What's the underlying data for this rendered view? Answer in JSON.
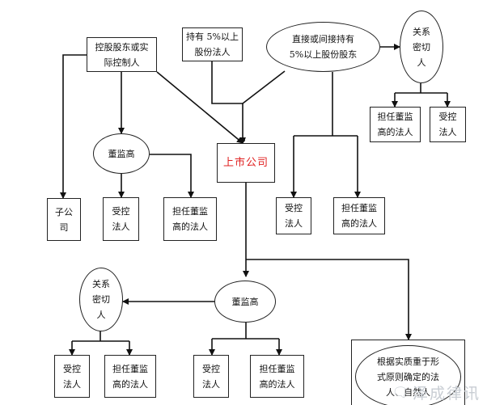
{
  "nodes": {
    "controlling_shareholder": "控股股东或实\n际控制人",
    "holder_5pct_legal": "持有 5%以上\n股份法人",
    "holder_5pct_shareholder": "直接或间接持有\n5%以上股份股东",
    "close_relation_top": "关系\n密切\n人",
    "top_legal_controlled": "受控\n法人",
    "top_legal_director": "担任董监\n高的法人",
    "directors_left": "董监高",
    "listed_company": "上市公司",
    "subsidiary": "子公\n司",
    "left_controlled": "受控\n法人",
    "left_director": "担任董监\n高的法人",
    "mid_controlled": "受控\n法人",
    "mid_director": "担任董监\n高的法人",
    "directors_bottom": "董监高",
    "close_relation_bottom": "关系\n密切\n人",
    "bottom_controlled_1": "受控\n法人",
    "bottom_director_1": "担任董监\n高的法人",
    "bottom_controlled_2": "受控\n法人",
    "bottom_director_2": "担任董监\n高的法人",
    "substance_principle": "根据实质重于形\n式原则确定的法\n人、自然人"
  },
  "watermark": {
    "icon": "chat-bubble-icon",
    "text": "泽成律讯"
  },
  "colors": {
    "line": "#111111",
    "center_text": "#e02020",
    "watermark": "#c8cdd3"
  }
}
